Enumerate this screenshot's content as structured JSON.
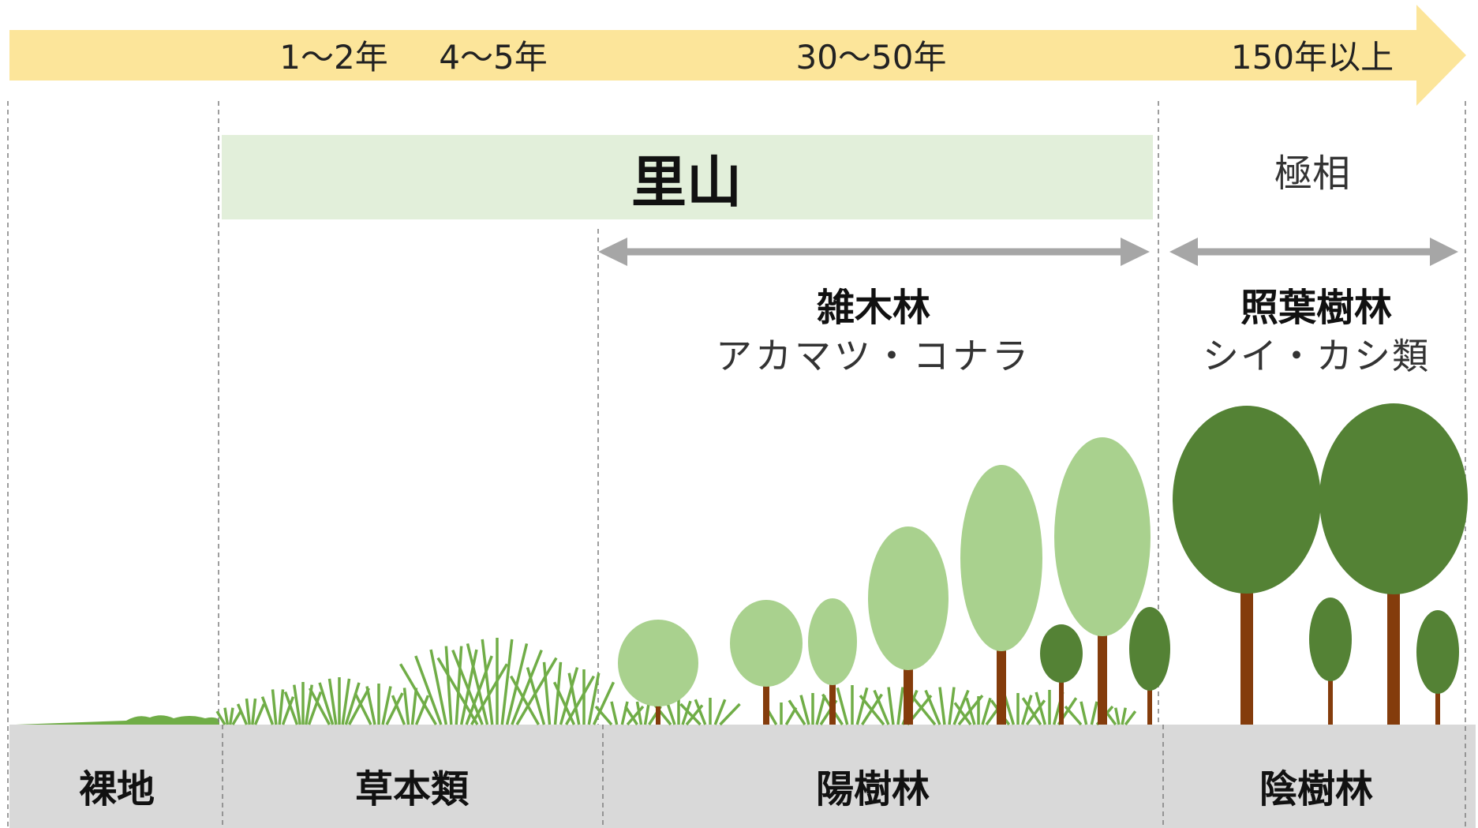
{
  "timeline": {
    "years": [
      "1〜2年",
      "4〜5年",
      "30〜50年",
      "150年以上"
    ],
    "bar_color": "#FCE59A"
  },
  "satoyama": {
    "label": "里山",
    "bg_color": "#E2EFDA"
  },
  "climax": {
    "label": "極相"
  },
  "zatsuboku": {
    "title": "雑木林",
    "species": "アカマツ・コナラ"
  },
  "shoyoju": {
    "title": "照葉樹林",
    "species": "シイ・カシ類"
  },
  "stages": [
    "裸地",
    "草本類",
    "陽樹林",
    "陰樹林"
  ],
  "colors": {
    "ground": "#D9D9D9",
    "grass": "#70AD47",
    "light_tree": "#A9D18E",
    "dark_tree": "#548235",
    "trunk": "#843C0C",
    "arrow": "#A6A6A6"
  }
}
